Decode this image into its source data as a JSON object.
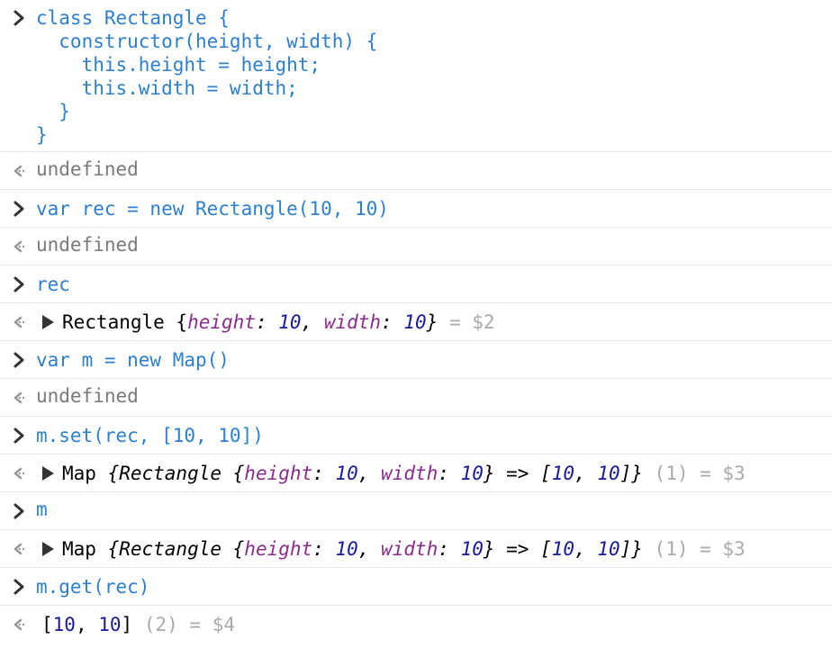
{
  "console": {
    "class_def": {
      "lines": [
        "class Rectangle {",
        "  constructor(height, width) {",
        "    this.height = height;",
        "    this.width = width;",
        "  }",
        "}"
      ]
    },
    "out1": {
      "text": "undefined"
    },
    "in2": {
      "text": "var rec = new Rectangle(10, 10)"
    },
    "out2": {
      "text": "undefined"
    },
    "in3": {
      "text": "rec"
    },
    "out3": {
      "prefix": "Rectangle {",
      "key1": "height",
      "colon1": ": ",
      "val1": "10",
      "sep": ", ",
      "key2": "width",
      "colon2": ": ",
      "val2": "10",
      "close": "}",
      "ref": " = $2"
    },
    "in4": {
      "text": "var m = new Map()"
    },
    "out4": {
      "text": "undefined"
    },
    "in5": {
      "text": "m.set(rec, [10, 10])"
    },
    "out5": {
      "prefix": "Map ",
      "open": "{Rectangle {",
      "key1": "height",
      "colon1": ": ",
      "val1": "10",
      "sep": ", ",
      "key2": "width",
      "colon2": ": ",
      "val2": "10",
      "arrow": "} => [",
      "arr1": "10",
      "arrsep": ", ",
      "arr2": "10",
      "end": "]}",
      "count": " (1)",
      "ref": " = $3"
    },
    "in6": {
      "text": "m"
    },
    "out6": {
      "prefix": "Map ",
      "open": "{Rectangle {",
      "key1": "height",
      "colon1": ": ",
      "val1": "10",
      "sep": ", ",
      "key2": "width",
      "colon2": ": ",
      "val2": "10",
      "arrow": "} => [",
      "arr1": "10",
      "arrsep": ", ",
      "arr2": "10",
      "end": "]}",
      "count": " (1)",
      "ref": " = $3"
    },
    "in7": {
      "text": "m.get(rec)"
    },
    "out7": {
      "open": "[",
      "v1": "10",
      "sep": ", ",
      "v2": "10",
      "close": "]",
      "count": " (2)",
      "ref": " = $4"
    }
  },
  "icons": {
    "input_prompt": "chevron-right-icon",
    "output_prompt": "return-arrow-icon",
    "expand": "disclosure-triangle-icon"
  },
  "colors": {
    "input_text": "#2d7fd0",
    "undefined_text": "#7a7a7a",
    "property_key": "#8a2d8e",
    "number_value": "#1a1a9e",
    "dim_text": "#aaaaaa",
    "separator": "#e6e6e6"
  }
}
